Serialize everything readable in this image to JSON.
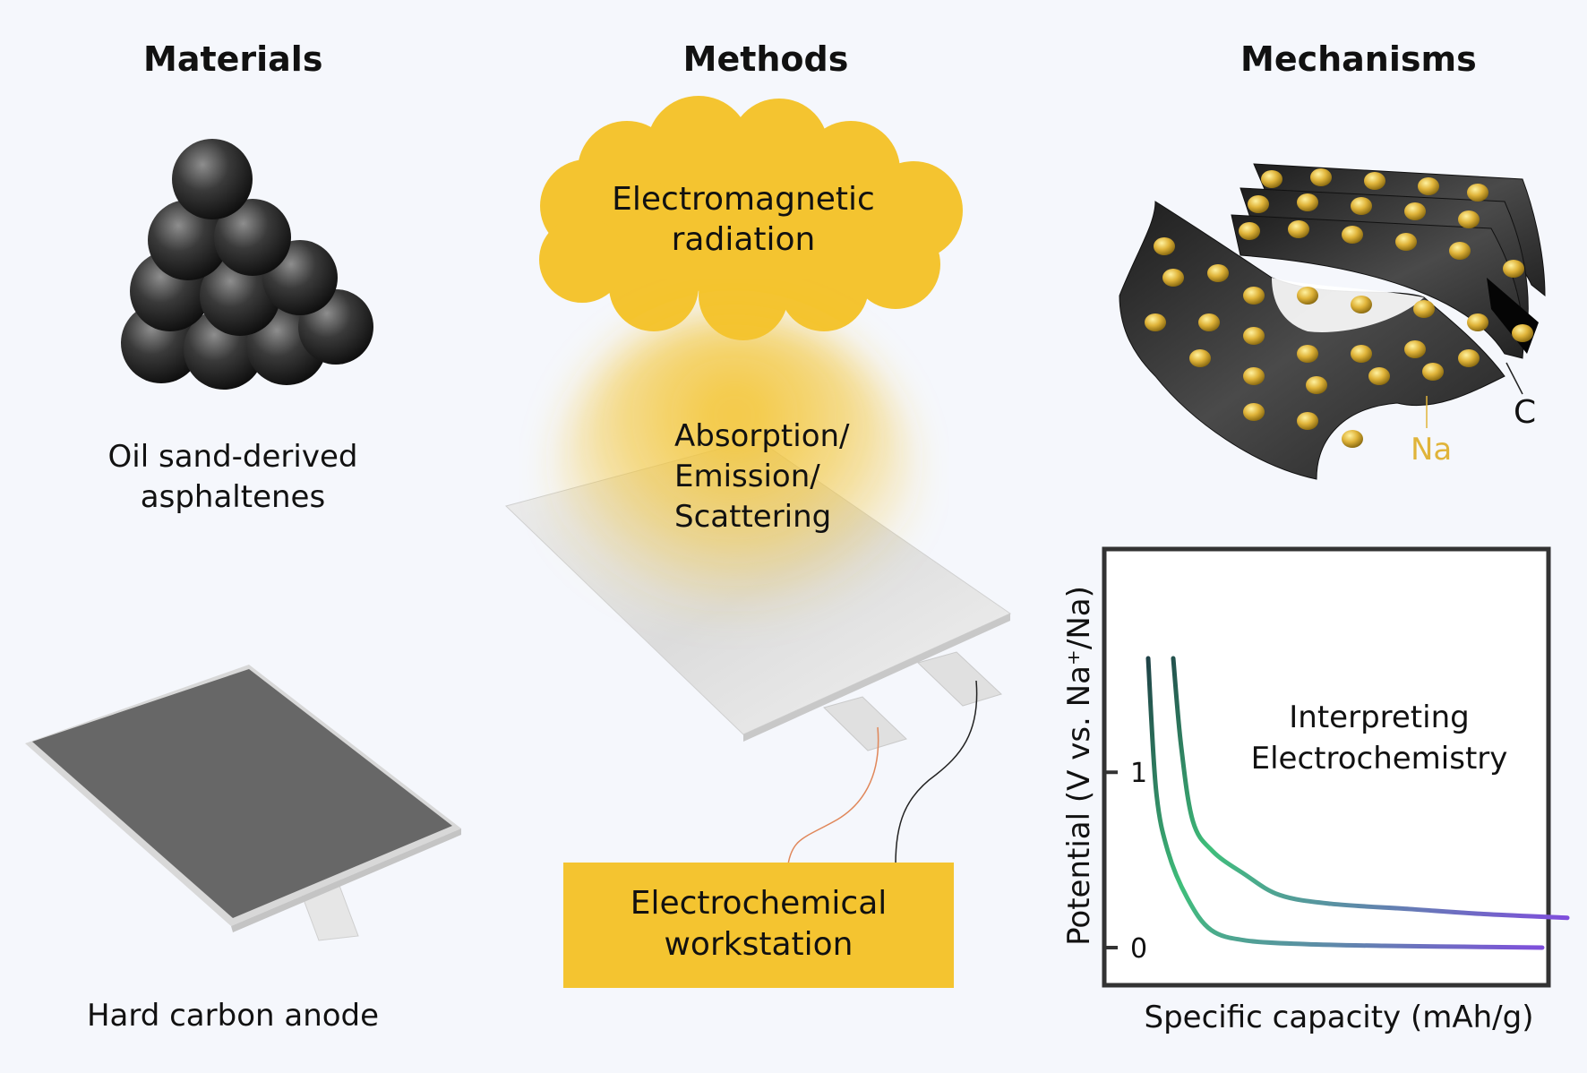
{
  "headings": {
    "materials": "Materials",
    "methods": "Methods",
    "mechanisms": "Mechanisms"
  },
  "materials": {
    "precursor_line1": "Oil sand-derived",
    "precursor_line2": "asphaltenes",
    "anode_label": "Hard carbon anode"
  },
  "methods": {
    "radiation_line1": "Electromagnetic",
    "radiation_line2": "radiation",
    "interaction_line1": "Absorption/",
    "interaction_line2": "Emission/",
    "interaction_line3": "Scattering",
    "workstation_line1": "Electrochemical",
    "workstation_line2": "workstation"
  },
  "mechanisms": {
    "carbon_label": "C",
    "sodium_label": "Na"
  },
  "chart_data": {
    "type": "line",
    "xlabel": "Specific capacity (mAh/g)",
    "ylabel": "Potential (V vs. Na⁺/Na)",
    "yticks": [
      "0",
      "1"
    ],
    "ylim": [
      0,
      1.8
    ],
    "annotation_line1": "Interpreting",
    "annotation_line2": "Electrochemistry",
    "series": [
      {
        "x": [
          0.0,
          0.02,
          0.05,
          0.1,
          0.16,
          0.25,
          0.4,
          0.6,
          0.8,
          1.0
        ],
        "y": [
          1.65,
          0.9,
          0.55,
          0.28,
          0.1,
          0.04,
          0.02,
          0.01,
          0.005,
          0.0
        ]
      },
      {
        "x": [
          0.0,
          0.02,
          0.05,
          0.1,
          0.18,
          0.27,
          0.4,
          0.6,
          0.8,
          1.0
        ],
        "y": [
          1.65,
          1.15,
          0.72,
          0.55,
          0.42,
          0.3,
          0.25,
          0.22,
          0.19,
          0.17
        ]
      }
    ],
    "colors": {
      "start": "#1d3b44",
      "mid": "#3fbf7a",
      "end": "#7f4fdc"
    }
  }
}
